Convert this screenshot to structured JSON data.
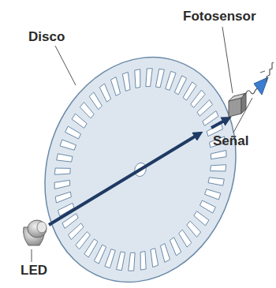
{
  "diagram": {
    "labels": [
      "Disco",
      "Fotosensor",
      "Señal",
      "LED"
    ]
  }
}
